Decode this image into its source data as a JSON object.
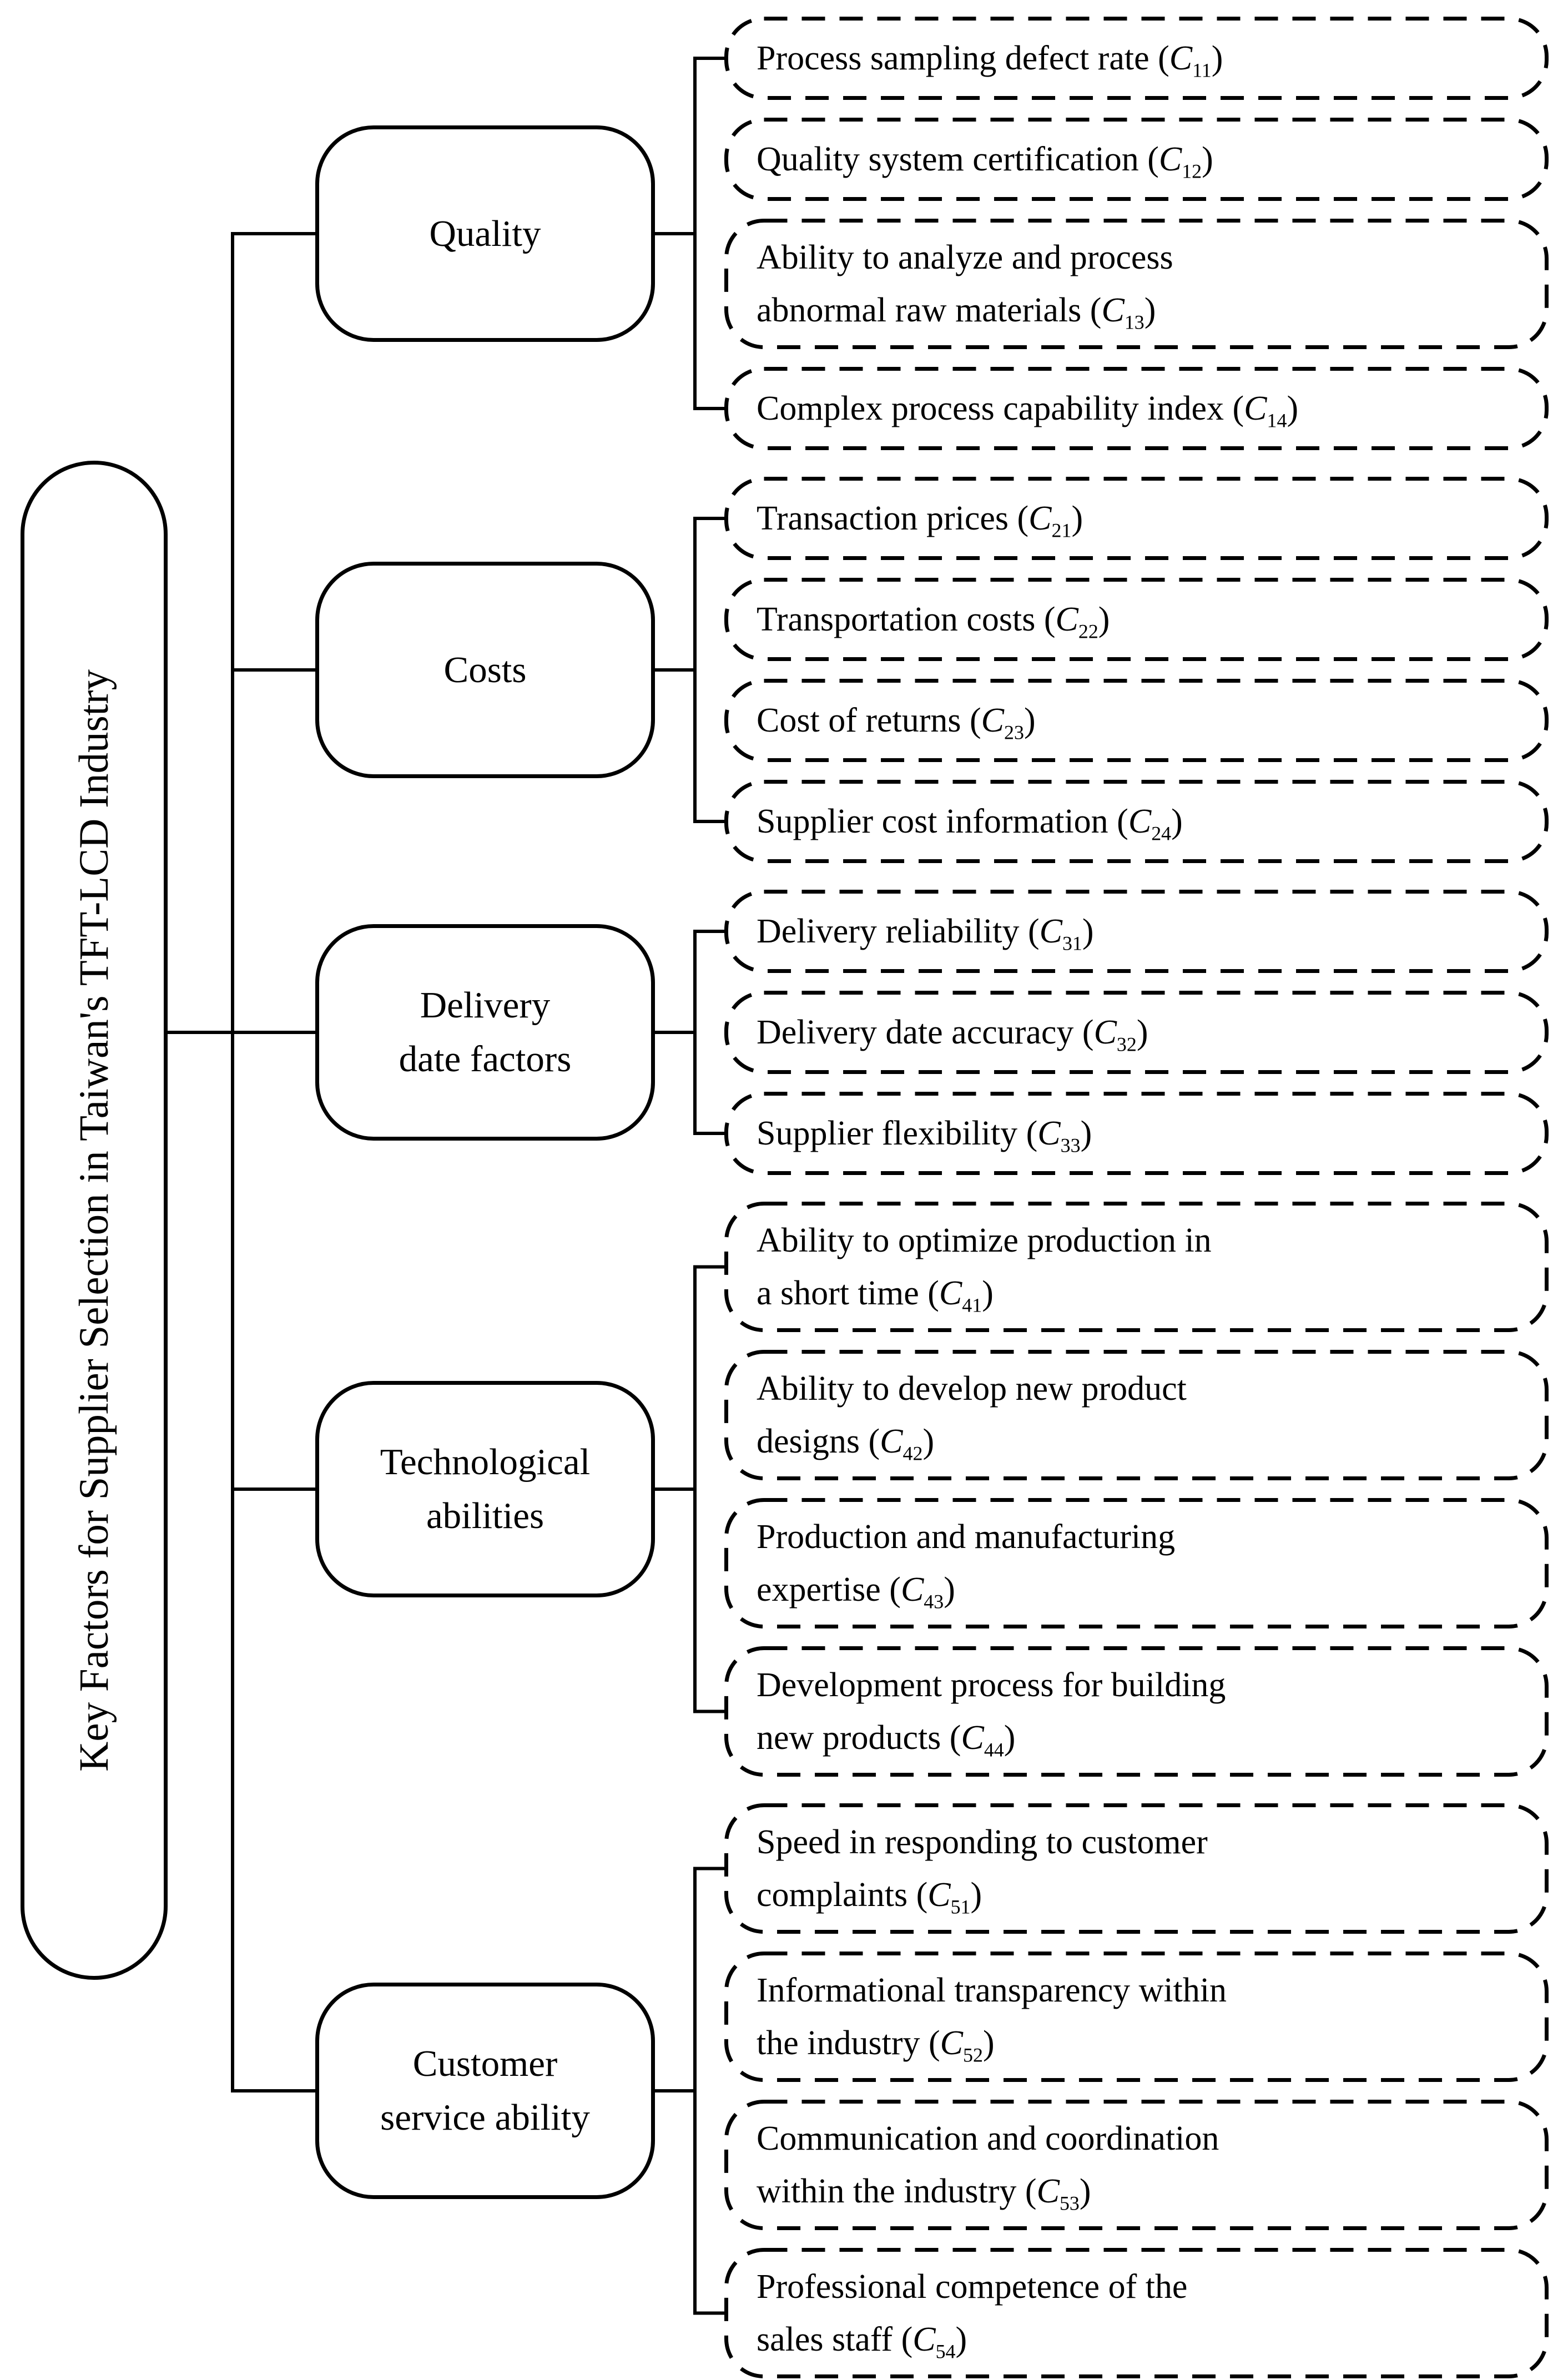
{
  "figure": {
    "root_label": "Key Factors for Supplier Selection in Taiwan's TFT-LCD Industry",
    "groups": [
      {
        "category": {
          "lines": [
            "Quality"
          ]
        },
        "leaves": [
          {
            "rows": [
              {
                "text": "Process sampling defect rate (",
                "c": "C",
                "sub": "11",
                "end": ")"
              }
            ]
          },
          {
            "rows": [
              {
                "text": "Quality system certification (",
                "c": "C",
                "sub": "12",
                "end": ")"
              }
            ]
          },
          {
            "rows": [
              {
                "text": "Ability to analyze and process"
              },
              {
                "text": "abnormal raw materials (",
                "c": "C",
                "sub": "13",
                "end": ")"
              }
            ]
          },
          {
            "rows": [
              {
                "text": "Complex process capability index (",
                "c": "C",
                "sub": "14",
                "end": ")"
              }
            ]
          }
        ]
      },
      {
        "category": {
          "lines": [
            "Costs"
          ]
        },
        "leaves": [
          {
            "rows": [
              {
                "text": "Transaction prices (",
                "c": "C",
                "sub": "21",
                "end": ")"
              }
            ]
          },
          {
            "rows": [
              {
                "text": "Transportation costs (",
                "c": "C",
                "sub": "22",
                "end": ")"
              }
            ]
          },
          {
            "rows": [
              {
                "text": "Cost of returns (",
                "c": "C",
                "sub": "23",
                "end": ")"
              }
            ]
          },
          {
            "rows": [
              {
                "text": "Supplier cost information (",
                "c": "C",
                "sub": "24",
                "end": ")"
              }
            ]
          }
        ]
      },
      {
        "category": {
          "lines": [
            "Delivery",
            "date factors"
          ]
        },
        "leaves": [
          {
            "rows": [
              {
                "text": "Delivery reliability (",
                "c": "C",
                "sub": "31",
                "end": ")"
              }
            ]
          },
          {
            "rows": [
              {
                "text": "Delivery date accuracy (",
                "c": "C",
                "sub": "32",
                "end": ")"
              }
            ]
          },
          {
            "rows": [
              {
                "text": "Supplier flexibility (",
                "c": "C",
                "sub": "33",
                "end": ")"
              }
            ]
          }
        ]
      },
      {
        "category": {
          "lines": [
            "Technological",
            "abilities"
          ]
        },
        "leaves": [
          {
            "rows": [
              {
                "text": "Ability to optimize production in"
              },
              {
                "text": "a short time (",
                "c": "C",
                "sub": "41",
                "end": ")"
              }
            ]
          },
          {
            "rows": [
              {
                "text": "Ability to develop new product"
              },
              {
                "text": "designs (",
                "c": "C",
                "sub": "42",
                "end": ")"
              }
            ]
          },
          {
            "rows": [
              {
                "text": "Production and manufacturing"
              },
              {
                "text": "expertise (",
                "c": "C",
                "sub": "43",
                "end": ")"
              }
            ]
          },
          {
            "rows": [
              {
                "text": "Development process for building"
              },
              {
                "text": "new products (",
                "c": "C",
                "sub": "44",
                "end": ")"
              }
            ]
          }
        ]
      },
      {
        "category": {
          "lines": [
            "Customer",
            "service ability"
          ]
        },
        "leaves": [
          {
            "rows": [
              {
                "text": "Speed in responding to customer"
              },
              {
                "text": "complaints (",
                "c": "C",
                "sub": "51",
                "end": ")"
              }
            ]
          },
          {
            "rows": [
              {
                "text": "Informational transparency within"
              },
              {
                "text": "the industry (",
                "c": "C",
                "sub": "52",
                "end": ")"
              }
            ]
          },
          {
            "rows": [
              {
                "text": "Communication and coordination"
              },
              {
                "text": "within the industry (",
                "c": "C",
                "sub": "53",
                "end": ")"
              }
            ]
          },
          {
            "rows": [
              {
                "text": "Professional competence of the"
              },
              {
                "text": "sales staff (",
                "c": "C",
                "sub": "54",
                "end": ")"
              }
            ]
          }
        ]
      }
    ]
  }
}
